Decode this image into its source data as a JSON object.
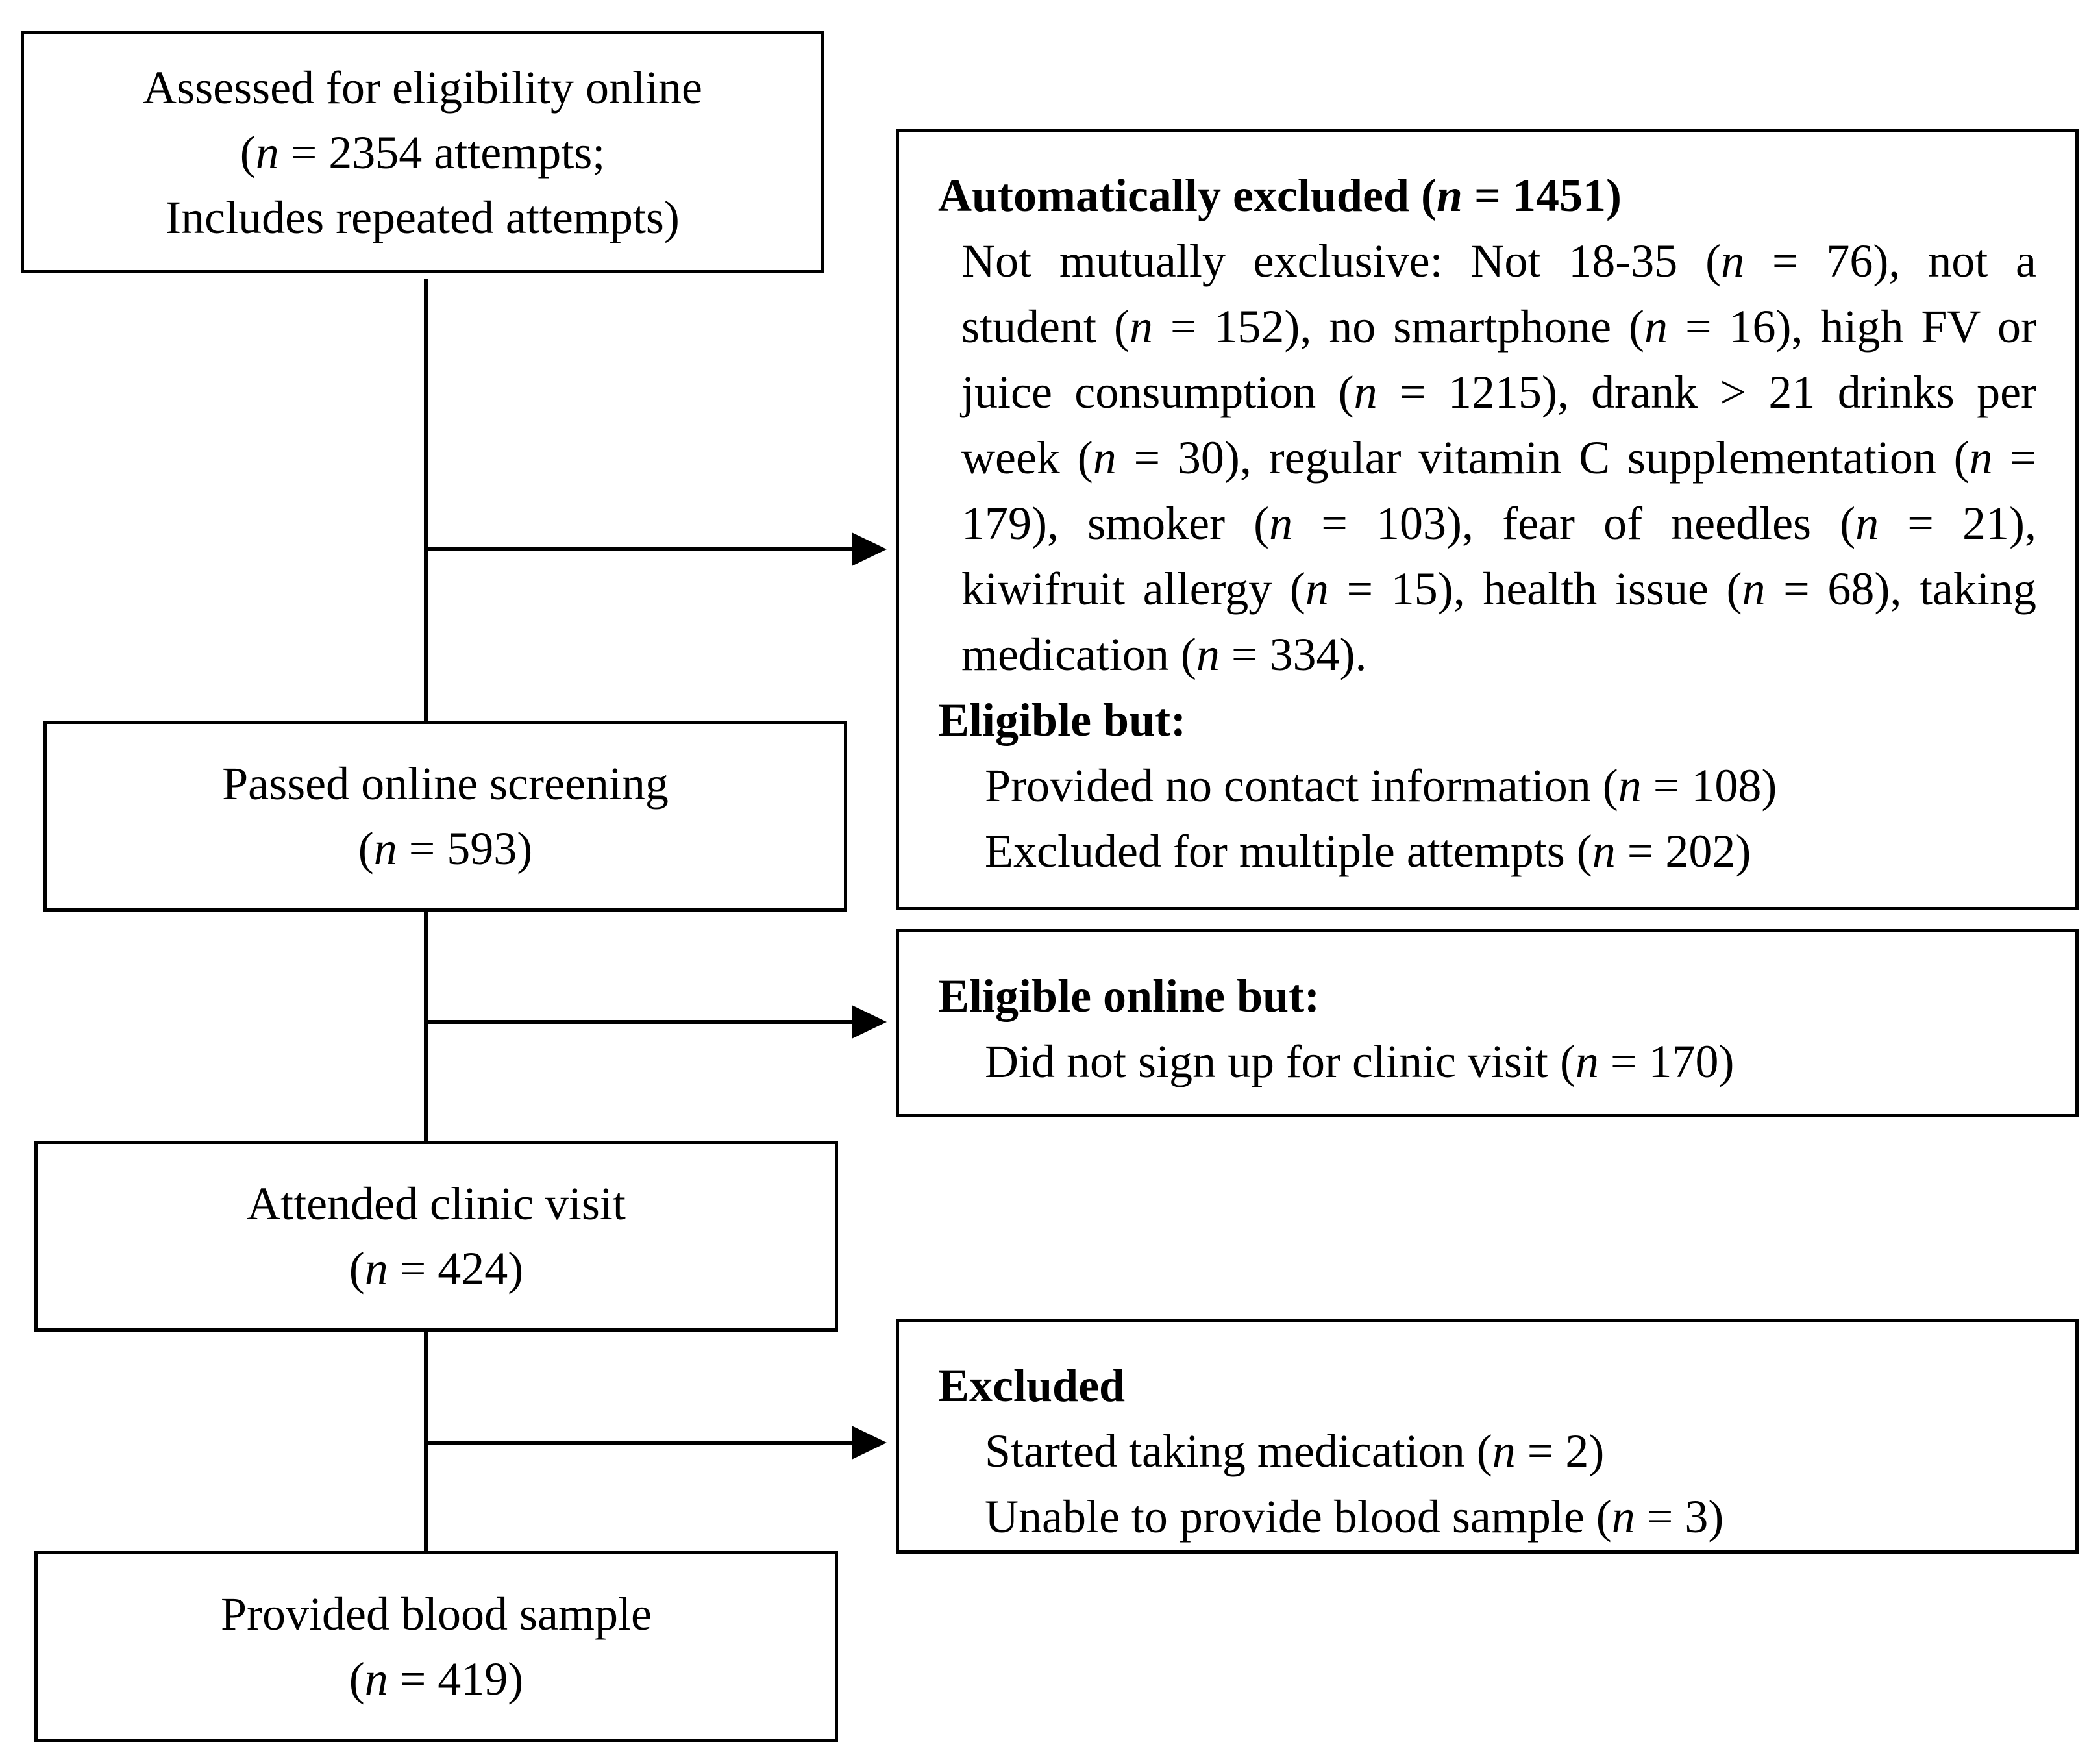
{
  "boxes": {
    "assessed": {
      "line1": "Assessed for eligibility online",
      "line2": "(n = 2354 attempts;",
      "line3": "Includes repeated attempts)"
    },
    "passed": {
      "line1": "Passed online screening",
      "line2": "(n = 593)"
    },
    "attended": {
      "line1": "Attended clinic visit",
      "line2": "(n = 424)"
    },
    "provided": {
      "line1": "Provided blood sample",
      "line2": "(n = 419)"
    },
    "auto_excluded": {
      "heading": "Automatically excluded (n = 1451)",
      "details": "Not mutually exclusive: Not 18-35 (n = 76), not a student (n = 152), no smartphone (n = 16), high FV or juice consumption (n = 1215), drank > 21 drinks per week (n = 30), regular vitamin C supplementation (n = 179), smoker (n = 103), fear of needles (n = 21), kiwifruit allergy (n = 15), health issue (n = 68), taking medication (n = 334).",
      "subheading": "Eligible but:",
      "item1": "Provided no contact information (n = 108)",
      "item2": "Excluded for multiple attempts (n = 202)"
    },
    "eligible_online": {
      "heading": "Eligible online but:",
      "item1": "Did not sign up for clinic visit (n = 170)"
    },
    "excluded": {
      "heading": "Excluded",
      "item1": "Started taking medication (n = 2)",
      "item2": "Unable to provide blood sample (n = 3)"
    }
  }
}
